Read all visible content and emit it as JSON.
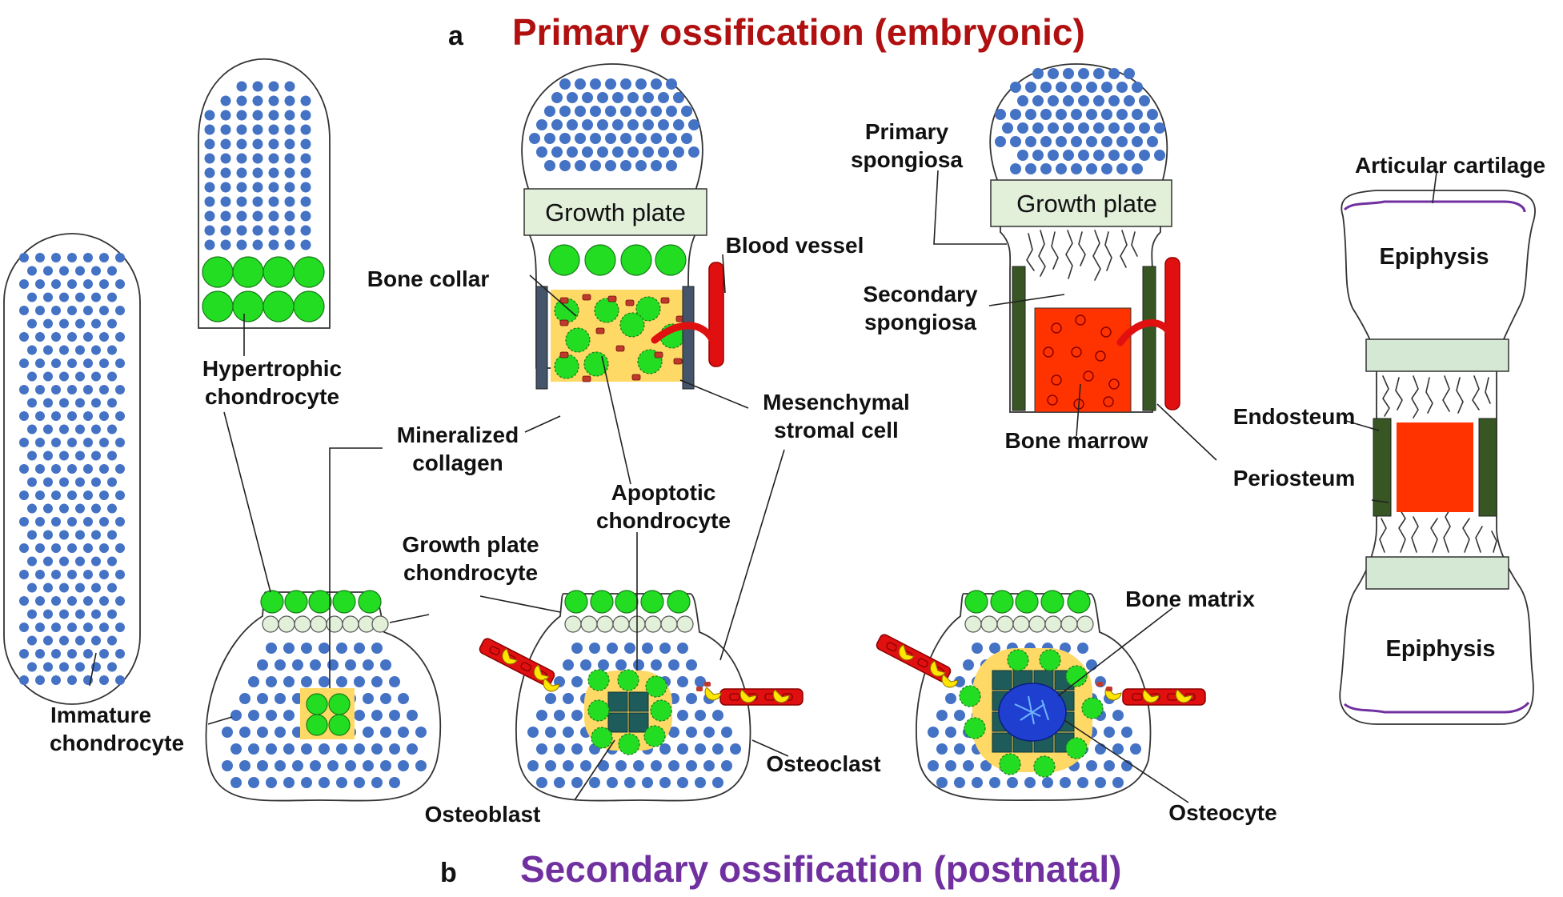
{
  "panel_a": {
    "letter": "a",
    "title": "Primary ossification (embryonic)"
  },
  "panel_b": {
    "letter": "b",
    "title": "Secondary ossification (postnatal)"
  },
  "labels": {
    "growth_plate_box_1": "Growth plate",
    "growth_plate_box_2": "Growth plate",
    "blood_vessel": "Blood vessel",
    "bone_collar": "Bone collar",
    "hypertrophic_1": "Hypertrophic",
    "hypertrophic_2": "chondrocyte",
    "mineralized_1": "Mineralized",
    "mineralized_2": "collagen",
    "mesenchymal_1": "Mesenchymal",
    "mesenchymal_2": "stromal  cell",
    "primary_spongiosa_1": "Primary",
    "primary_spongiosa_2": "spongiosa",
    "secondary_spongiosa_1": "Secondary",
    "secondary_spongiosa_2": "spongiosa",
    "bone_marrow": "Bone marrow",
    "articular_cartilage": "Articular cartilage",
    "epiphysis_top": "Epiphysis",
    "epiphysis_bottom": "Epiphysis",
    "endosteum": "Endosteum",
    "periosteum": "Periosteum",
    "apoptotic_1": "Apoptotic",
    "apoptotic_2": "chondrocyte",
    "growth_plate_chondrocyte_1": "Growth plate",
    "growth_plate_chondrocyte_2": "chondrocyte",
    "immature_1": "Immature",
    "immature_2": "chondrocyte",
    "osteoblast": "Osteoblast",
    "osteoclast": "Osteoclast",
    "bone_matrix": "Bone matrix",
    "osteocyte": "Osteocyte"
  },
  "colors": {
    "primary_title": "#b01010",
    "secondary_title": "#7030a0",
    "immature_cell": "#4472c4",
    "hypertrophic_cell": "#22dd22",
    "growth_plate_fill": "#e2efd9",
    "mineralized_matrix": "#ffd966",
    "collagen_fleck": "#c0392b",
    "blood_vessel": "#e01010",
    "bone_collar": "#44546a",
    "periosteum": "#375623",
    "bone_marrow": "#ff3300",
    "bone_matrix": "#1e5b5b",
    "osteocyte_nucleus": "#1f3fd0",
    "articular_cartilage": "#7030a0",
    "osteoclast": "#ffe600"
  }
}
